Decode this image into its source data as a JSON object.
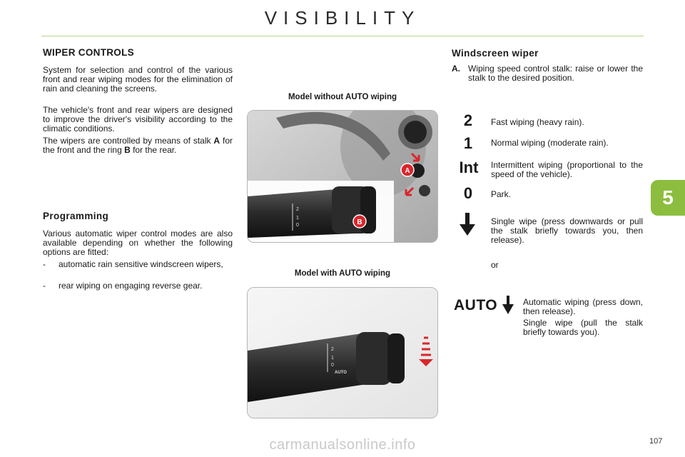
{
  "page": {
    "title": "VISIBILITY",
    "chapter": "5",
    "page_number": "107",
    "footer_watermark": "carmanualsonline.info"
  },
  "left": {
    "heading": "WIPER CONTROLS",
    "intro_p1": "System for selection and control of the various front and rear wiping modes for the elimination of rain and cleaning the screens.",
    "intro_p2": "The vehicle's front and rear wipers are designed to improve the driver's visibility according to the climatic conditions.",
    "intro_p3_a": "The wipers are controlled by means of stalk ",
    "intro_p3_stalk": "A",
    "intro_p3_b": " for the front and the ring ",
    "intro_p3_ring": "B",
    "intro_p3_c": " for the rear.",
    "programming_heading": "Programming",
    "programming_text": "Various automatic wiper control modes are also available depending on whether the following options are fitted:",
    "bullets": [
      {
        "dash": "-",
        "text": "automatic rain sensitive windscreen wipers,"
      },
      {
        "dash": "-",
        "text": "rear wiping on engaging reverse gear."
      }
    ]
  },
  "middle": {
    "caption_without_auto": "Model without AUTO wiping",
    "caption_with_auto": "Model with AUTO wiping",
    "label_a": "A",
    "label_b": "B",
    "stalk_auto_text": "AUTO"
  },
  "right": {
    "heading": "Windscreen wiper",
    "a_label": "A.",
    "a_text": "Wiping speed control stalk: raise or lower the stalk to the desired position.",
    "modes": [
      {
        "symbol": "2",
        "text": "Fast wiping (heavy rain)."
      },
      {
        "symbol": "1",
        "text": "Normal wiping (moderate rain)."
      },
      {
        "symbol": "Int",
        "text": "Intermittent wiping (proportional to the speed of the vehicle)."
      },
      {
        "symbol": "0",
        "text": "Park."
      }
    ],
    "single_wipe_text": "Single wipe (press downwards or pull the stalk briefly towards you, then release).",
    "or_text": "or",
    "auto_symbol": "AUTO",
    "auto_text_1": "Automatic wiping (press down, then release).",
    "auto_text_2": "Single wipe (pull the stalk briefly towards you)."
  },
  "colors": {
    "accent_green": "#8cbd3f",
    "rule_green": "#b9d08c",
    "marker_red": "#d9262c"
  }
}
